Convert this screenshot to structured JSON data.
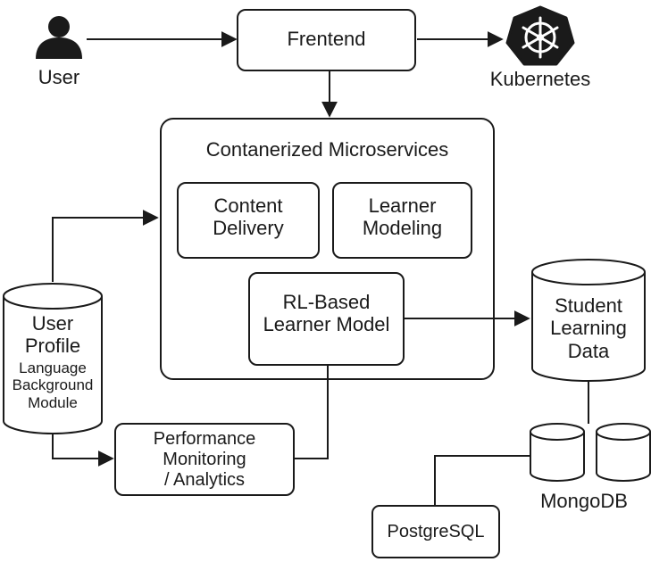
{
  "nodes": {
    "user": {
      "label": "User"
    },
    "frontend": {
      "label": "Frentend"
    },
    "kubernetes": {
      "label": "Kubernetes"
    },
    "microservices": {
      "title": "Contanerized Microservices"
    },
    "content_delivery": {
      "line1": "Content",
      "line2": "Delivery"
    },
    "learner_modeling": {
      "line1": "Learner",
      "line2": "Modeling"
    },
    "rl_model": {
      "line1": "RL-Based",
      "line2": "Learner Model"
    },
    "user_profile": {
      "line1": "User",
      "line2": "Profile",
      "line3": "Language",
      "line4": "Background",
      "line5": "Module"
    },
    "performance": {
      "line1": "Performance",
      "line2": "Monitoring",
      "line3": "/ Analytics"
    },
    "student_data": {
      "line1": "Student",
      "line2": "Learning",
      "line3": "Data"
    },
    "mongodb": {
      "label": "MongoDB"
    },
    "postgresql": {
      "label": "PostgreSQL"
    }
  },
  "colors": {
    "stroke": "#1a1a1a",
    "fill": "#ffffff",
    "icon": "#1a1a1a"
  },
  "icons": {
    "user": "user-person-icon",
    "kubernetes": "kubernetes-helm-icon"
  }
}
